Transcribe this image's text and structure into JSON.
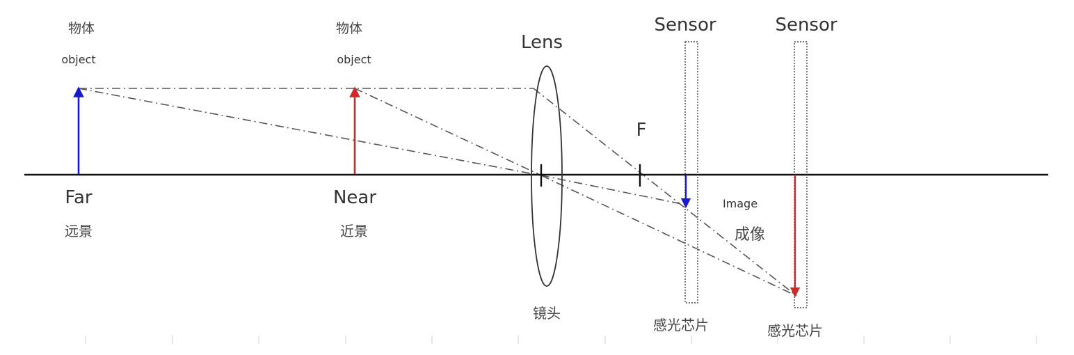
{
  "objects": {
    "far": {
      "label_cn_top": "物体",
      "label_en_top": "object",
      "label_en_bottom": "Far",
      "label_cn_bottom": "远景",
      "color": "#1a1acc"
    },
    "near": {
      "label_cn_top": "物体",
      "label_en_top": "object",
      "label_en_bottom": "Near",
      "label_cn_bottom": "近景",
      "color": "#cc2a2a"
    }
  },
  "lens": {
    "label_en": "Lens",
    "label_cn": "镜头"
  },
  "focal_point": {
    "label": "F"
  },
  "sensors": [
    {
      "label_en": "Sensor",
      "label_cn": "感光芯片"
    },
    {
      "label_en": "Sensor",
      "label_cn": "感光芯片"
    }
  ],
  "image": {
    "label_en": "Image",
    "label_cn": "成像"
  },
  "colors": {
    "axis": "#111111",
    "ray": "#555555",
    "far_arrow": "#1a1acc",
    "near_arrow": "#cc2a2a"
  }
}
